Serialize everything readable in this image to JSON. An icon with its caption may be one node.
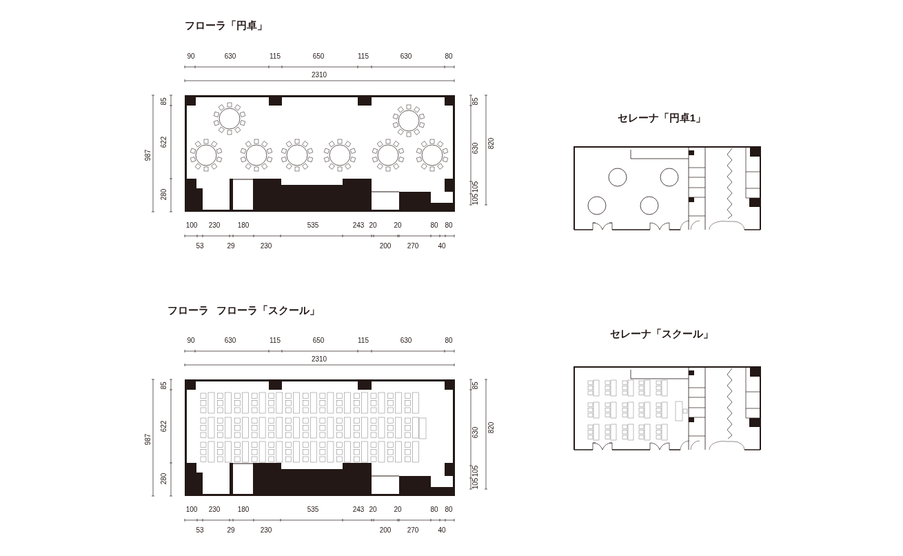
{
  "diagram": {
    "labels": [
      "フローラ「円卓」",
      "90",
      "630",
      "115",
      "650",
      "115",
      "630",
      "80",
      "2310",
      "987",
      "85",
      "622",
      "280",
      "85",
      "630",
      "820",
      "105",
      "105",
      "100",
      "230",
      "180",
      "535",
      "243",
      "20",
      "20",
      "80",
      "80",
      "53",
      "29",
      "230",
      "200",
      "270",
      "40",
      "セレーナ「円卓1」",
      "フローラ",
      "フローラ「スクール」",
      "90",
      "630",
      "115",
      "650",
      "115",
      "630",
      "80",
      "2310",
      "987",
      "85",
      "622",
      "280",
      "85",
      "630",
      "820",
      "105",
      "105",
      "100",
      "230",
      "180",
      "535",
      "243",
      "20",
      "20",
      "80",
      "80",
      "53",
      "29",
      "230",
      "200",
      "270",
      "40",
      "セレーナ「スクール」"
    ]
  }
}
